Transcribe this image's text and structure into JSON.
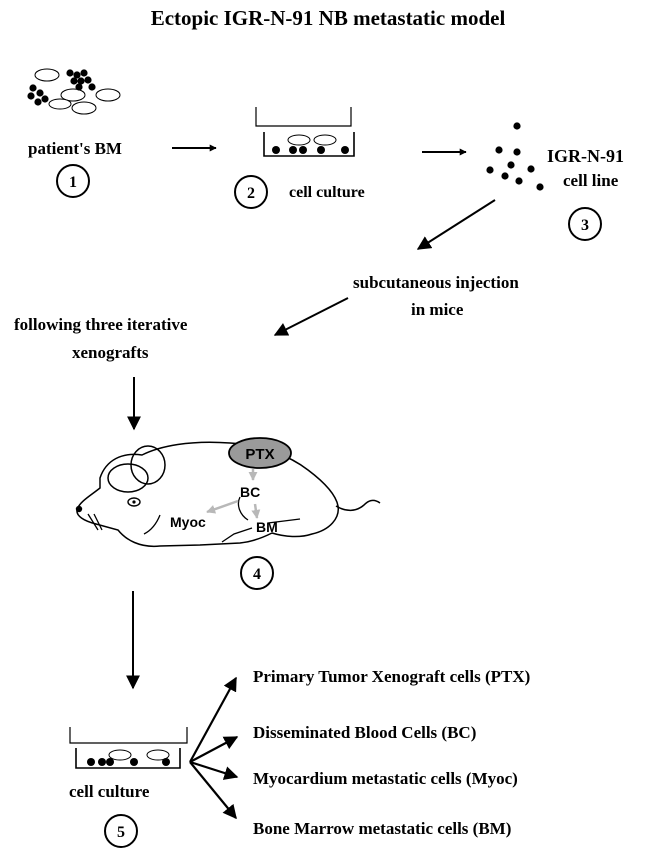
{
  "title": "Ectopic IGR-N-91 NB metastatic model",
  "steps": {
    "patient_bm": "patient's BM",
    "cell_culture_1": "cell culture",
    "cell_line_name": "IGR-N-91",
    "cell_line_suffix": "cell line",
    "injection_line1": "subcutaneous injection",
    "injection_line2": "in mice",
    "xenograft_line1": "following three iterative",
    "xenograft_line2": "xenografts",
    "cell_culture_2": "cell culture"
  },
  "step_numbers": [
    "1",
    "2",
    "3",
    "4",
    "5"
  ],
  "mouse_labels": {
    "ptx": "PTX",
    "bc": "BC",
    "myoc": "Myoc",
    "bm": "BM"
  },
  "outputs": [
    "Primary Tumor Xenograft cells (PTX)",
    "Disseminated Blood Cells (BC)",
    "Myocardium metastatic cells (Myoc)",
    "Bone Marrow metastatic cells (BM)"
  ],
  "colors": {
    "ink": "#000000",
    "ptx_oval": "#9a9a9a",
    "mouse_arrows": "#b8b8b8"
  }
}
